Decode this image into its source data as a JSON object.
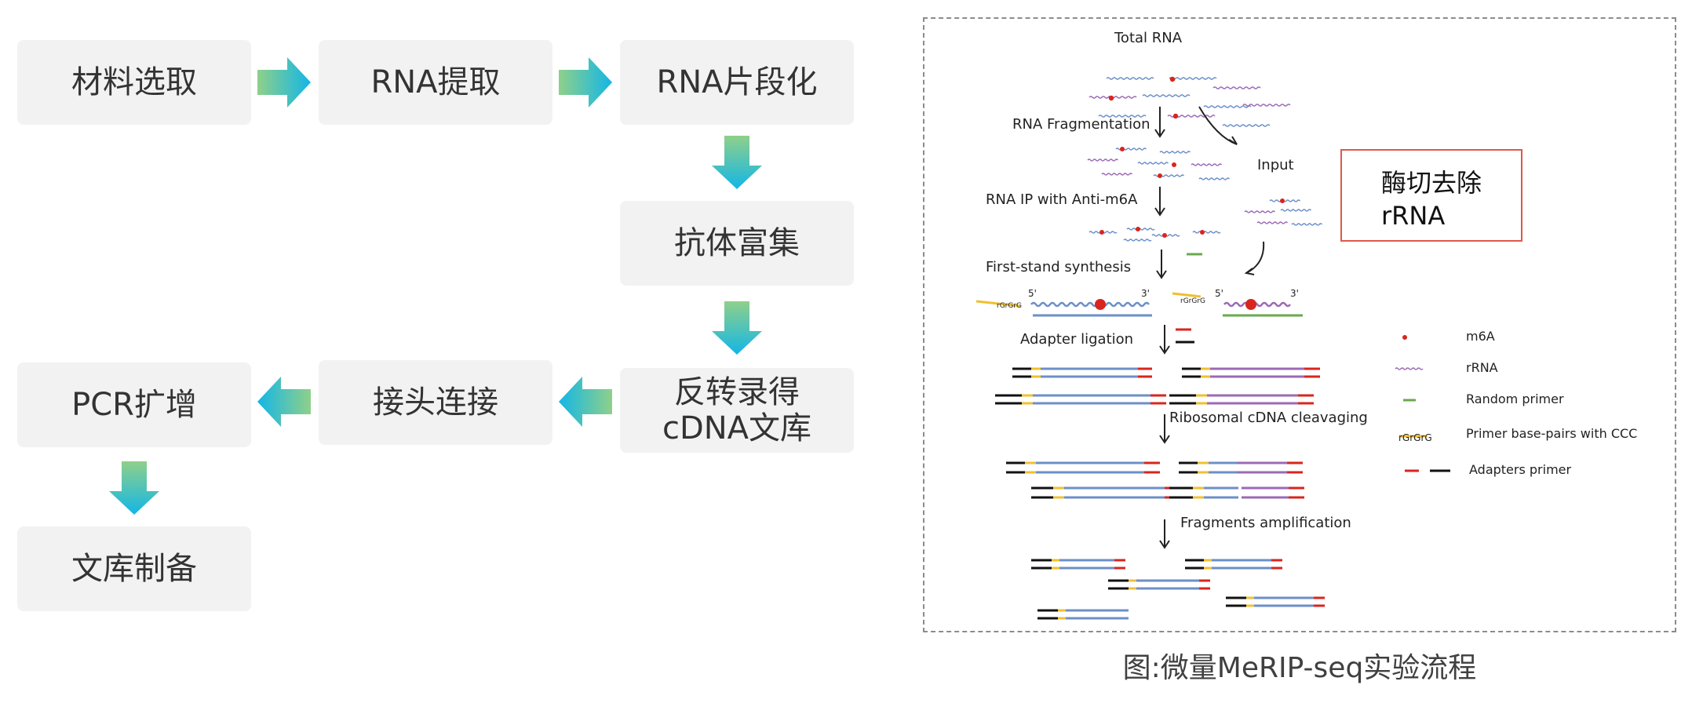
{
  "flow": {
    "steps": [
      "材料选取",
      "RNA提取",
      "RNA片段化",
      "抗体富集",
      "反转录得",
      "cDNA文库",
      "接头连接",
      "PCR扩增",
      "文库制备"
    ]
  },
  "figure": {
    "labels": {
      "total_rna": "Total RNA",
      "fragmentation": "RNA Fragmentation",
      "input": "Input",
      "ip": "RNA IP with Anti-m6A",
      "first_strand": "First-stand synthesis",
      "adapter": "Adapter ligation",
      "cleavage": "Ribosomal cDNA cleavaging",
      "amplification": "Fragments amplification",
      "five_prime": "5'",
      "three_prime": "3'",
      "rgrgrg": "rGrGrG"
    },
    "legend": {
      "m6a": "m6A",
      "rrna": "rRNA",
      "random_primer": "Random primer",
      "primer_ccc": "Primer base-pairs with CCC",
      "adapters": "Adapters primer",
      "rgrgrg": "rGrGrG"
    },
    "note_line1": "酶切去除",
    "note_line2": "rRNA"
  },
  "caption": "图:微量MeRIP-seq实验流程",
  "colors": {
    "box": "#f2f2f2",
    "arrow_start": "#8fd08a",
    "arrow_end": "#13b6e6",
    "m6a": "#d9251d",
    "wave_blue": "#6c8fc8",
    "wave_purple": "#9b6ab5",
    "primer_green": "#6aa84f",
    "yellow": "#f0c030",
    "adapter_red": "#d9251d"
  }
}
